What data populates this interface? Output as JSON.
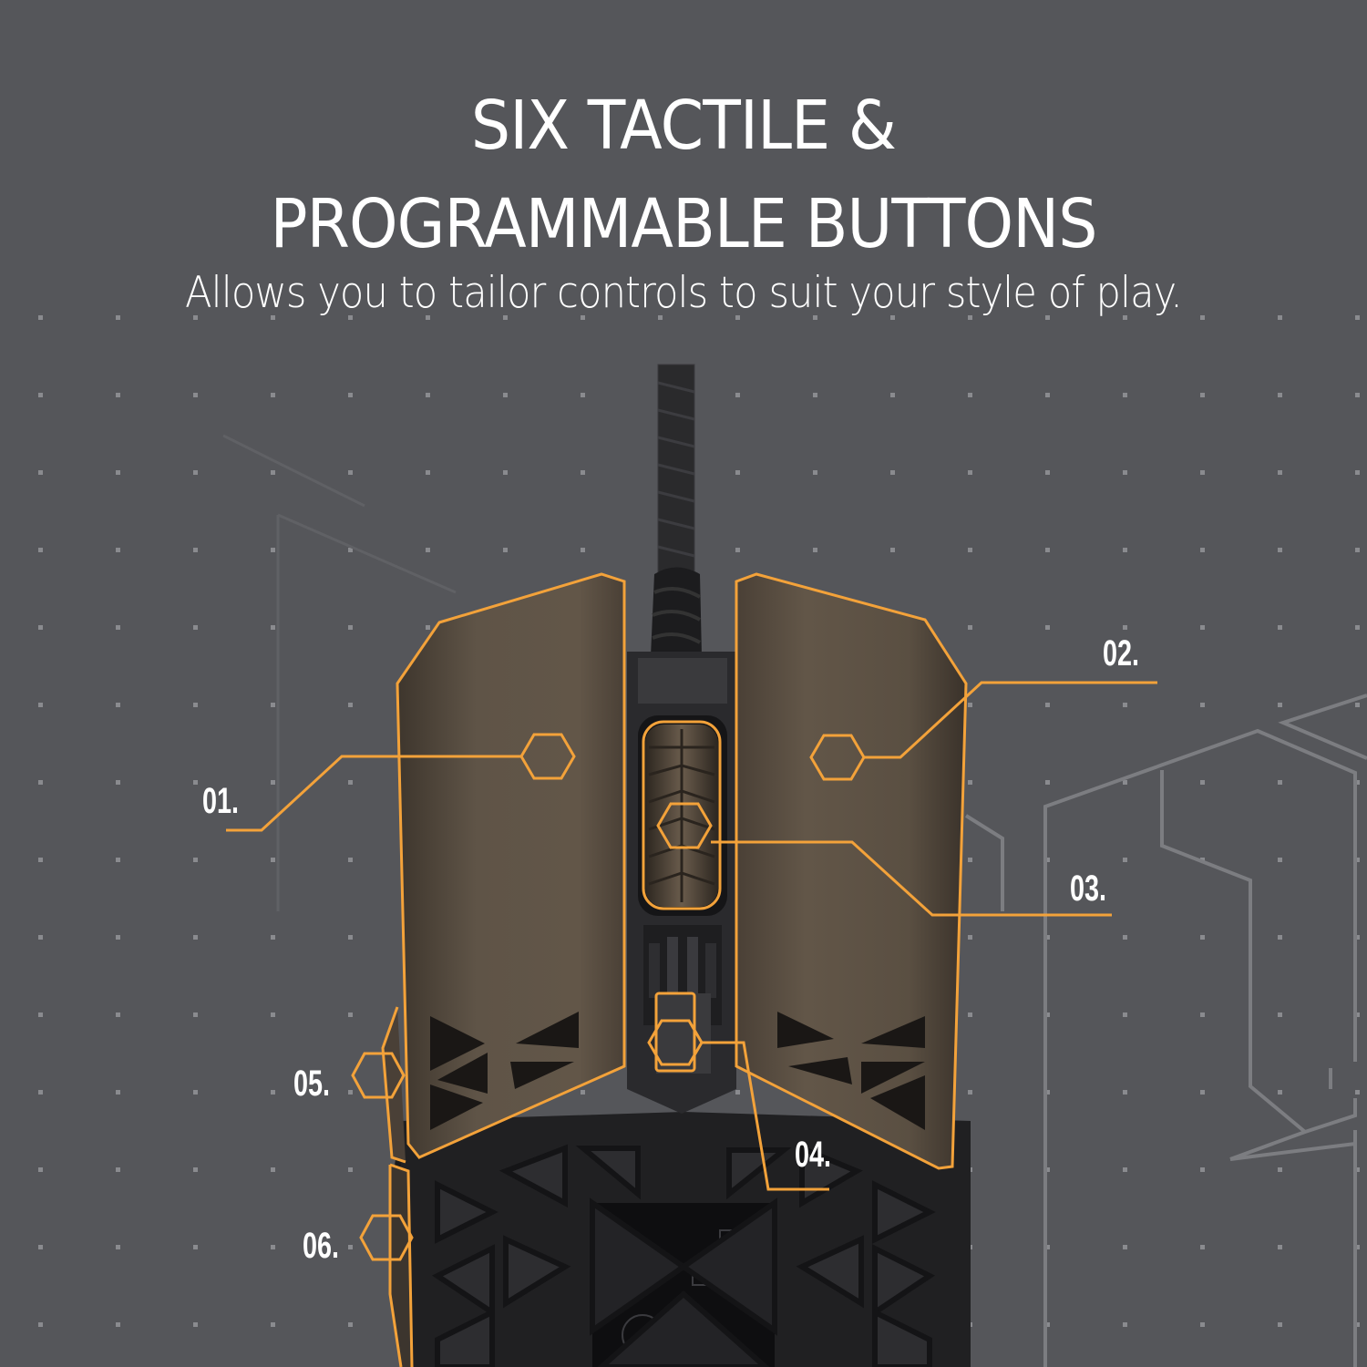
{
  "header": {
    "title_line1": "SIX TACTILE &",
    "title_line2": "PROGRAMMABLE BUTTONS",
    "subtitle": "Allows you to tailor controls to suit your style of play."
  },
  "callouts": [
    {
      "id": "01",
      "label": "01.",
      "target": "left-click-button"
    },
    {
      "id": "02",
      "label": "02.",
      "target": "right-click-button"
    },
    {
      "id": "03",
      "label": "03.",
      "target": "scroll-wheel"
    },
    {
      "id": "04",
      "label": "04.",
      "target": "dpi-button"
    },
    {
      "id": "05",
      "label": "05.",
      "target": "side-button-forward"
    },
    {
      "id": "06",
      "label": "06.",
      "target": "side-button-back"
    }
  ],
  "colors": {
    "background": "#55565a",
    "accent_orange": "#f0a030",
    "grid_dot": "#8a8b8f",
    "deco_line": "#78797d",
    "shell_bronze": "#5e5346",
    "body_black": "#1c1c1e"
  }
}
